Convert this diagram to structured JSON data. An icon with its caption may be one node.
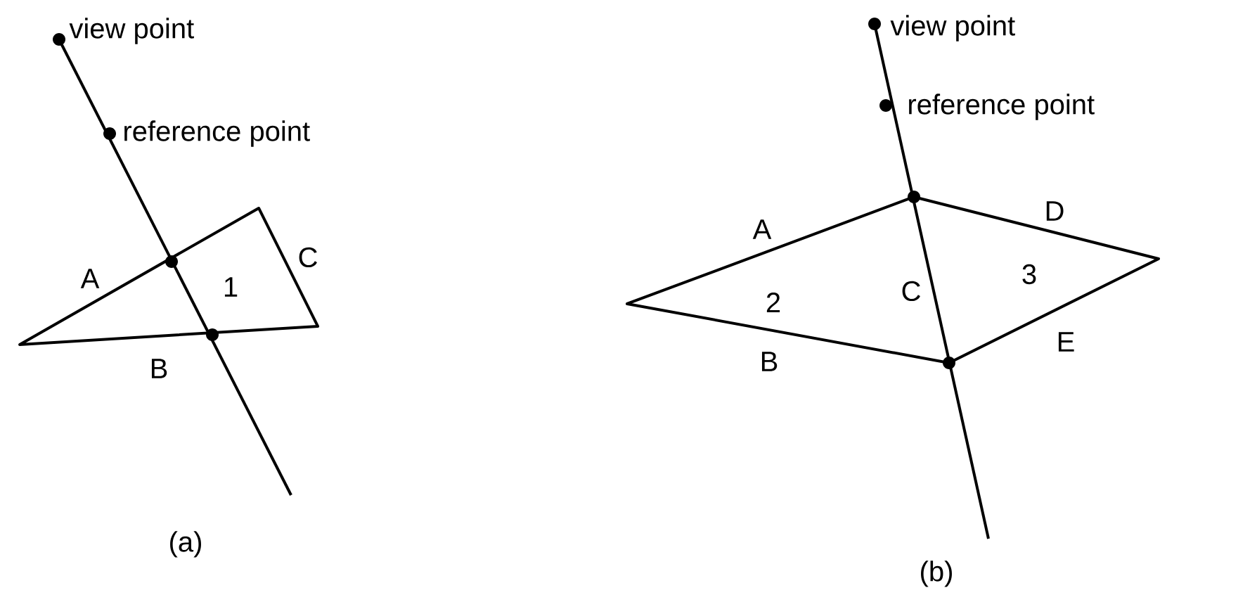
{
  "diagram": {
    "labels": [
      "view point",
      "reference point",
      "C",
      "A",
      "1",
      "B",
      "(a)",
      "view point",
      "reference point",
      "A",
      "D",
      "2",
      "C",
      "3",
      "B",
      "E",
      "(b)"
    ]
  }
}
